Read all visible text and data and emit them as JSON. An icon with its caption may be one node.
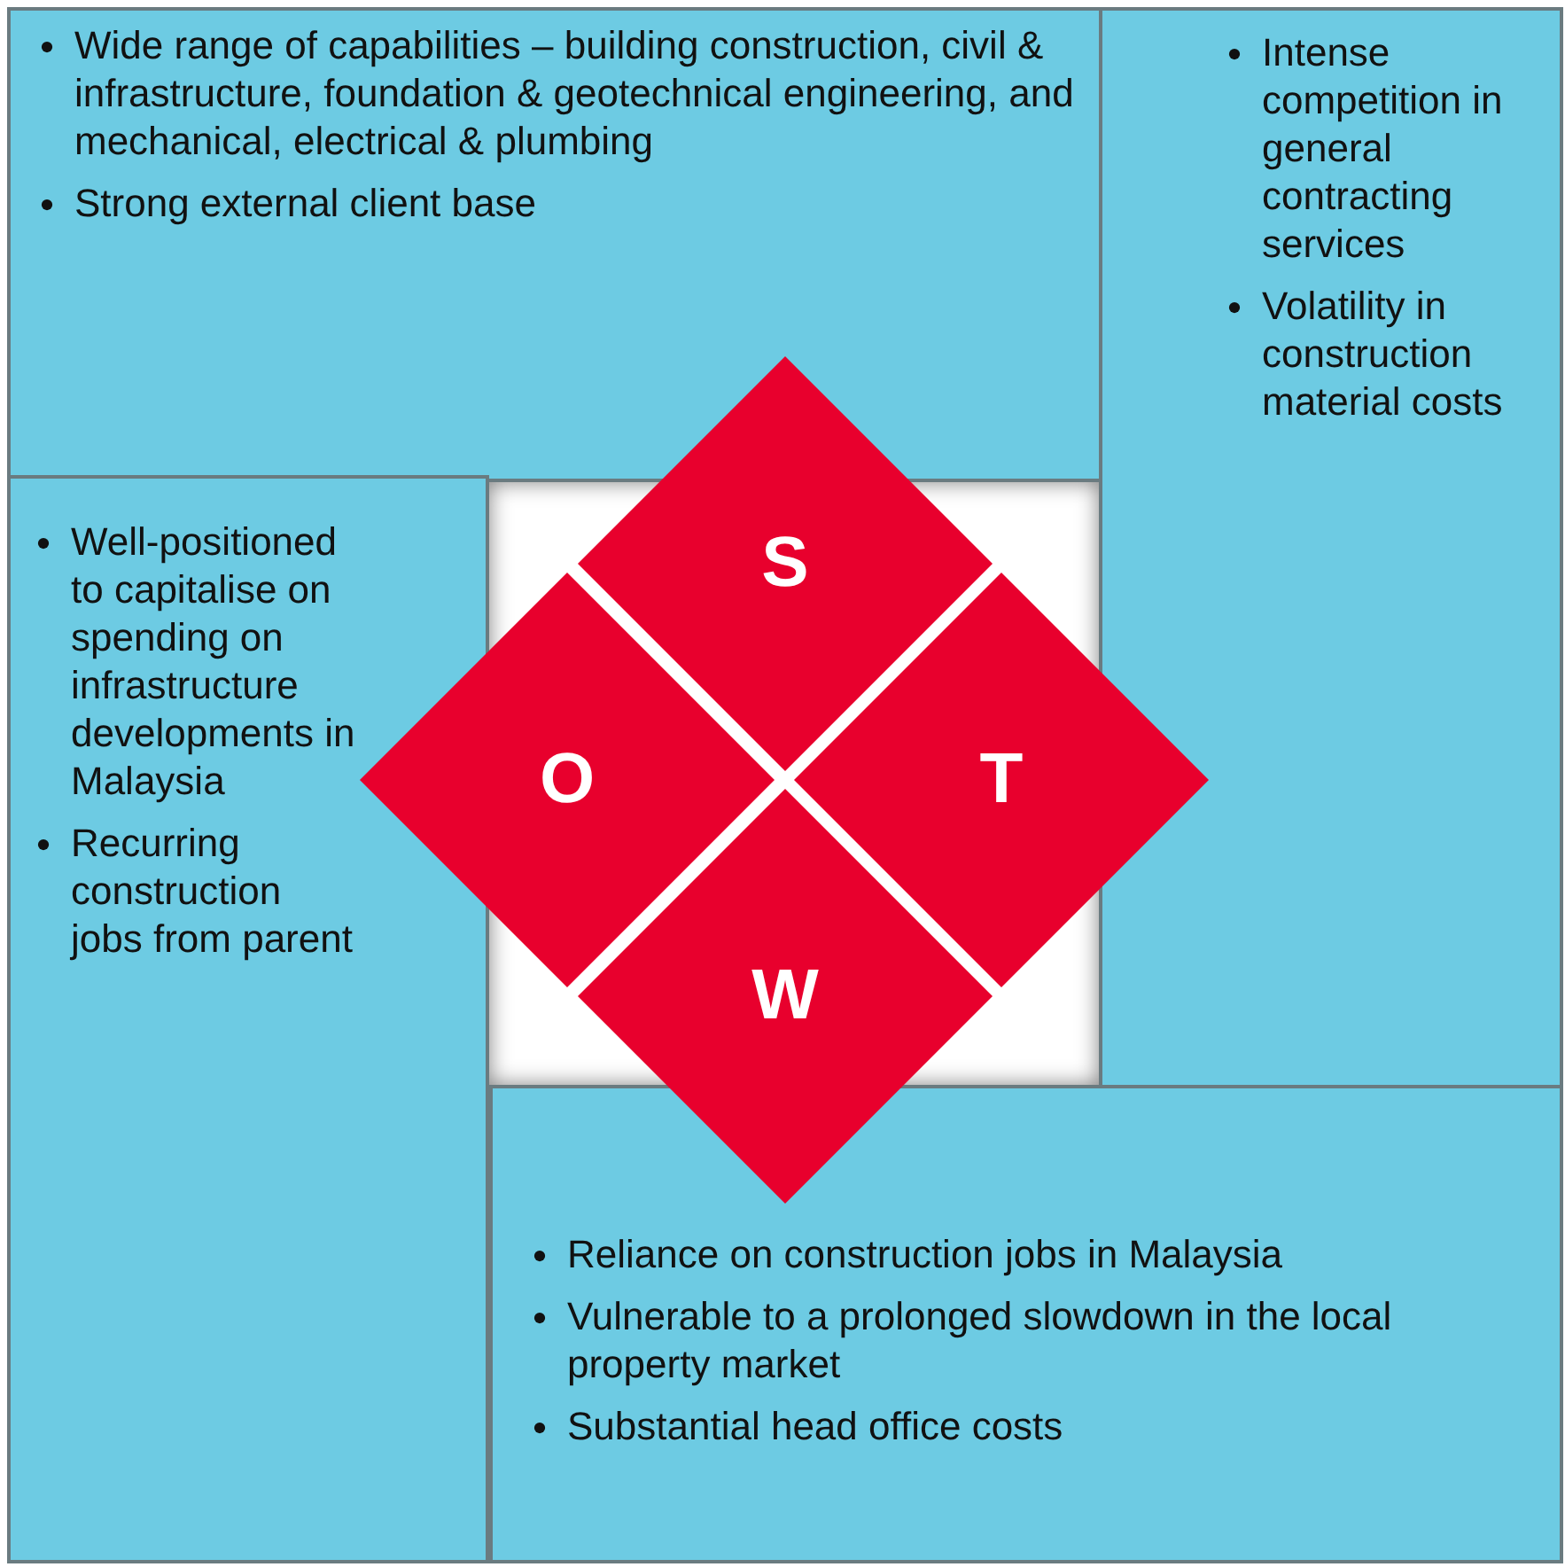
{
  "diagram": {
    "nodes": [
      {
        "text": [
          "Wide range of capabilities – building construction, civil & infrastructure, foundation & geotechnical engineering, and mechanical, electrical & plumbing",
          "Strong external client base"
        ]
      },
      {
        "text": [
          "Intense competition in general contracting services",
          "Volatility in construction material costs"
        ]
      },
      {
        "text": [
          "Well-positioned to capitalise on spending on infrastructure developments in Malaysia",
          "Recurring construction jobs from parent"
        ]
      },
      {
        "text": [
          "Reliance on construction jobs in Malaysia",
          "Vulnerable to a prolonged slowdown in the local property market",
          "Substantial head office costs"
        ]
      },
      {
        "text": [
          "S"
        ]
      },
      {
        "text": [
          "O"
        ]
      },
      {
        "text": [
          "T"
        ]
      },
      {
        "text": [
          "W"
        ]
      }
    ]
  }
}
